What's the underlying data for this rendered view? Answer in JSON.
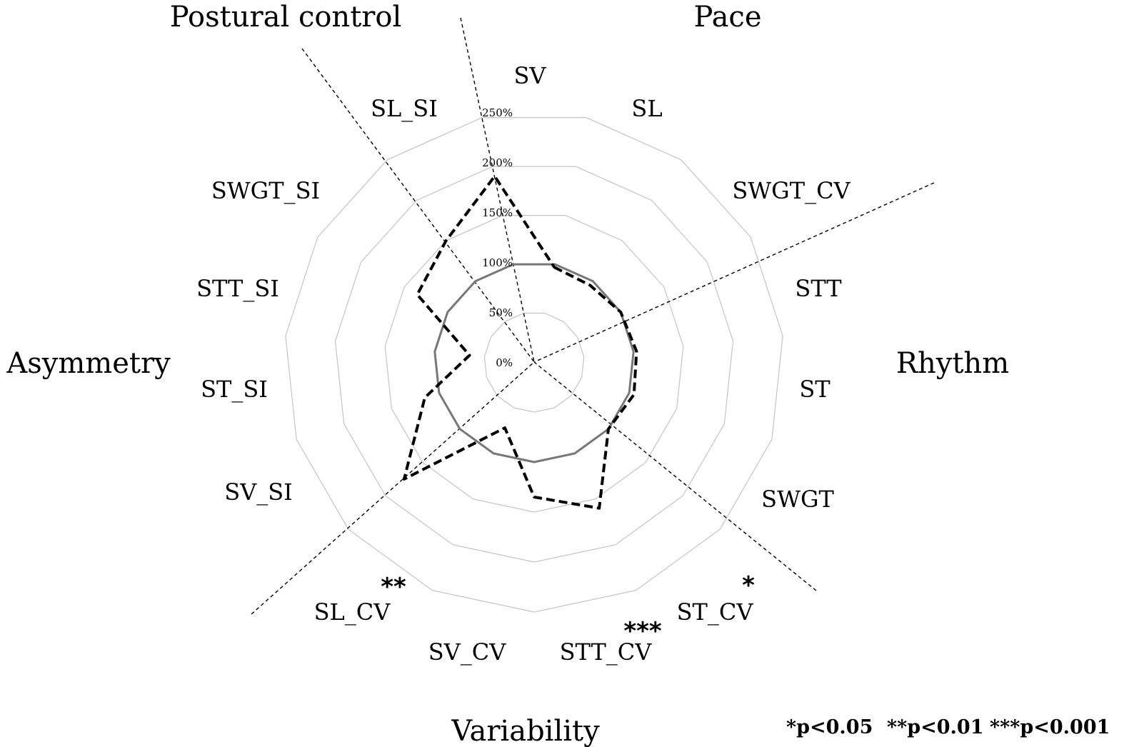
{
  "chart_data": {
    "type": "radar",
    "title": "",
    "axes": [
      "SV",
      "SL",
      "SWGT_CV",
      "STT",
      "ST",
      "SWGT",
      "ST_CV",
      "STT_CV",
      "SV_CV",
      "SL_CV",
      "SV_SI",
      "ST_SI",
      "STT_SI",
      "SWGT_SI",
      "SL_SI"
    ],
    "r_ticks": [
      "0%",
      "50%",
      "100%",
      "150%",
      "200%",
      "250%"
    ],
    "r_range": [
      0,
      250
    ],
    "series": [
      {
        "name": "",
        "style": "solid",
        "color": "#777777",
        "values": [
          100,
          100,
          100,
          100,
          100,
          100,
          100,
          100,
          100,
          100,
          100,
          100,
          100,
          100,
          100
        ]
      },
      {
        "name": "",
        "style": "dashed",
        "color": "#000000",
        "values": [
          97,
          95,
          100,
          103,
          105,
          100,
          160,
          135,
          72,
          175,
          115,
          65,
          135,
          150,
          190
        ]
      }
    ],
    "domains": [
      "Pace",
      "Rhythm",
      "Variability",
      "Asymmetry",
      "Postural control"
    ],
    "significance_marks": [
      {
        "axis": "SL_CV",
        "mark": "**"
      },
      {
        "axis": "STT_CV",
        "mark": "***"
      },
      {
        "axis": "ST_CV",
        "mark": "*"
      }
    ],
    "legend": [
      "*p<0.05",
      "**p<0.01",
      "***p<0.001"
    ],
    "grid": true
  }
}
